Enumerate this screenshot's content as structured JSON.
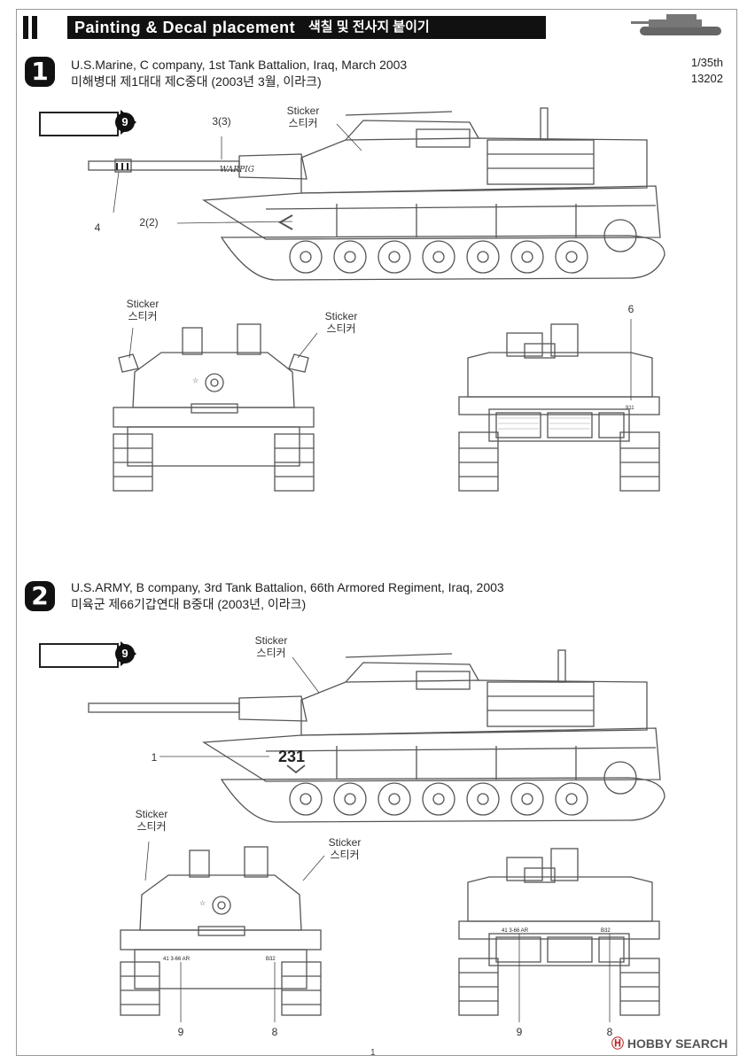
{
  "header": {
    "title": "Painting & Decal placement",
    "title_kr": "색칠 및 전사지 붙이기"
  },
  "scale": {
    "ratio": "1/35th",
    "code": "13202"
  },
  "scheme1": {
    "number": "1",
    "title_en": "U.S.Marine, C company, 1st Tank Battalion, Iraq, March 2003",
    "title_kr": "미해병대 제1대대 제C중대 (2003년 3월, 이라크)",
    "color_number": "9",
    "side": {
      "sticker_en": "Sticker",
      "sticker_kr": "스티커",
      "decal_3": "3(3)",
      "decal_2": "2(2)",
      "decal_4": "4",
      "gun_name": "WARPIG"
    },
    "front": {
      "sticker_left_en": "Sticker",
      "sticker_left_kr": "스티커",
      "sticker_right_en": "Sticker",
      "sticker_right_kr": "스티커"
    },
    "rear": {
      "decal_6": "6",
      "plate": "911"
    }
  },
  "scheme2": {
    "number": "2",
    "title_en": "U.S.ARMY, B company, 3rd Tank Battalion, 66th Armored Regiment, Iraq, 2003",
    "title_kr": "미육군 제66기갑연대 B중대 (2003년, 이라크)",
    "color_number": "9",
    "side": {
      "sticker_en": "Sticker",
      "sticker_kr": "스티커",
      "decal_1": "1",
      "hull_number": "231"
    },
    "front": {
      "sticker_left_en": "Sticker",
      "sticker_left_kr": "스티커",
      "sticker_right_en": "Sticker",
      "sticker_right_kr": "스티커",
      "plate_left": "41 3-66 AR",
      "plate_right": "B32",
      "decal_9": "9",
      "decal_8": "8"
    },
    "rear": {
      "plate_left": "41 3-66 AR",
      "plate_right": "B32",
      "decal_9": "9",
      "decal_8": "8"
    }
  },
  "footer": {
    "page": "1",
    "watermark_a": "HOBBY",
    "watermark_b": "SEARCH"
  }
}
